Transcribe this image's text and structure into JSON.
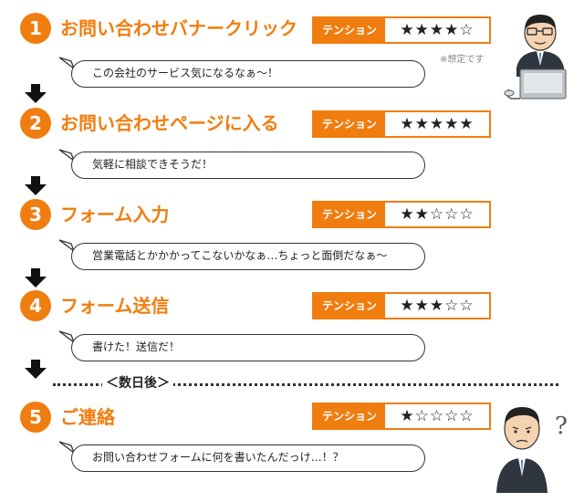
{
  "tension_label": "テンション",
  "note": "※想定です",
  "later_label": "＜数日後＞",
  "question_mark": "?",
  "colors": {
    "accent": "#f07d0f",
    "text": "#222222"
  },
  "steps": [
    {
      "num": "1",
      "title": "お問い合わせバナークリック",
      "stars": 4,
      "comment": "この会社のサービス気になるなぁ～！"
    },
    {
      "num": "2",
      "title": "お問い合わせページに入る",
      "stars": 5,
      "comment": "気軽に相談できそうだ！"
    },
    {
      "num": "3",
      "title": "フォーム入力",
      "stars": 2,
      "comment": "営業電話とかかかってこないかなぁ…ちょっと面倒だなぁ～"
    },
    {
      "num": "4",
      "title": "フォーム送信",
      "stars": 3,
      "comment": "書けた！送信だ！"
    },
    {
      "num": "5",
      "title": "ご連絡",
      "stars": 1,
      "comment": "お問い合わせフォームに何を書いたんだっけ…！？"
    }
  ],
  "max_stars": 5,
  "icons": [
    "down-arrow-icon",
    "star-icon",
    "businessman-at-computer-illustration",
    "confused-businessman-illustration"
  ]
}
